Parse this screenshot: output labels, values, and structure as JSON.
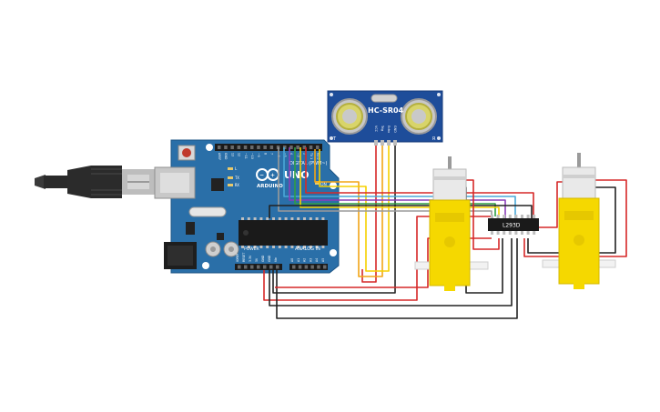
{
  "sensor": {
    "model": "HC-SR04",
    "pins": [
      "VCC",
      "Trig",
      "Echo",
      "GND"
    ],
    "corner_left": "T",
    "corner_right": "R"
  },
  "arduino": {
    "brand": "ARDUINO",
    "model": "UNO",
    "digital_header": "DIGITAL (PWM~)",
    "analog_header": "ANALOG IN",
    "power_header": "POWER",
    "on_label": "ON",
    "tx_label": "TX",
    "rx_label": "RX",
    "l_label": "L",
    "aref": "AREF",
    "gnd": "GND",
    "digital_pins": [
      "13",
      "12",
      "~11",
      "~10",
      "~9",
      "8",
      "7",
      "~6",
      "~5",
      "4",
      "~3",
      "2",
      "TX 1",
      "RX 0"
    ],
    "analog_pins": [
      "A0",
      "A1",
      "A2",
      "A3",
      "A4",
      "A5"
    ],
    "power_pins": [
      "IOREF",
      "RESET",
      "3.3V",
      "5V",
      "GND",
      "GND",
      "Vin"
    ]
  },
  "driver_ic": {
    "label": "L293D"
  },
  "colors": {
    "board": "#2a6fa8",
    "board_dark": "#1f5a8c",
    "sensor_board": "#1e4d9a",
    "motor_yellow": "#f5d800",
    "wire_red": "#d62828",
    "wire_black": "#222222",
    "wire_orange": "#f2a516",
    "wire_yellow": "#f5d000",
    "wire_green": "#2f9e44",
    "wire_blue": "#4aa8d8",
    "wire_purple": "#8b3fb8",
    "wire_gray": "#9a9a9a"
  },
  "icons": [
    "usb-cable-icon",
    "infinity-logo-icon"
  ]
}
